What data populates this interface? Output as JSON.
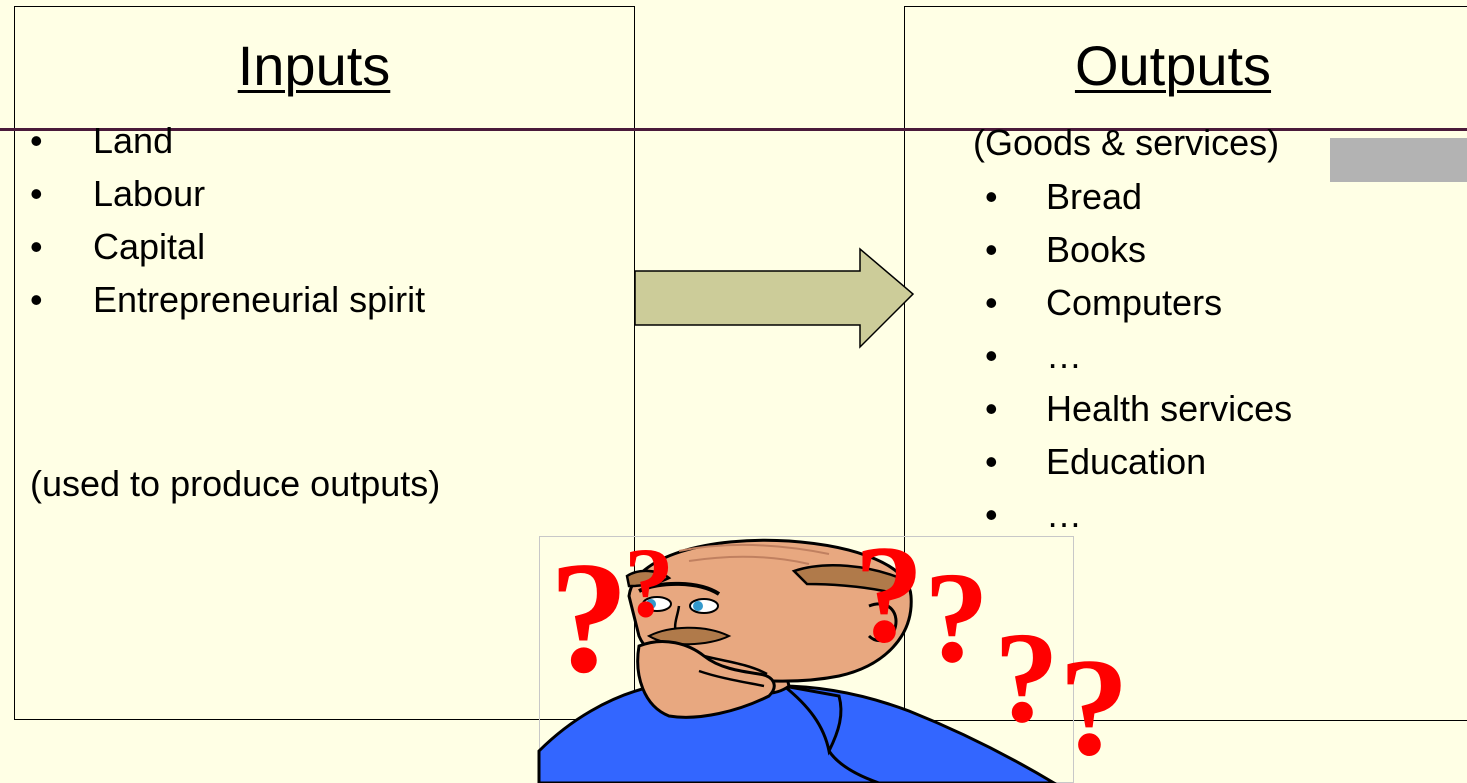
{
  "inputs": {
    "heading": "Inputs",
    "items": [
      "Land",
      "Labour",
      "Capital",
      "Entrepreneurial spirit"
    ],
    "note": "(used to produce outputs)"
  },
  "outputs": {
    "heading": "Outputs",
    "subtitle": "(Goods & services)",
    "items": [
      "Bread",
      "Books",
      "Computers",
      "…",
      "Health services",
      "Education",
      "…"
    ]
  },
  "bullet_char": "•",
  "question_mark": "?",
  "colors": {
    "background": "#FFFFE5",
    "arrow_fill": "#CCCC99",
    "question_marks": "#FF0000",
    "horizontal_rule": "#4A1A3A",
    "shirt": "#3366FF",
    "skin": "#E8A880"
  },
  "icons": {
    "arrow": "right-arrow-icon",
    "figure": "thinking-man-clipart"
  }
}
